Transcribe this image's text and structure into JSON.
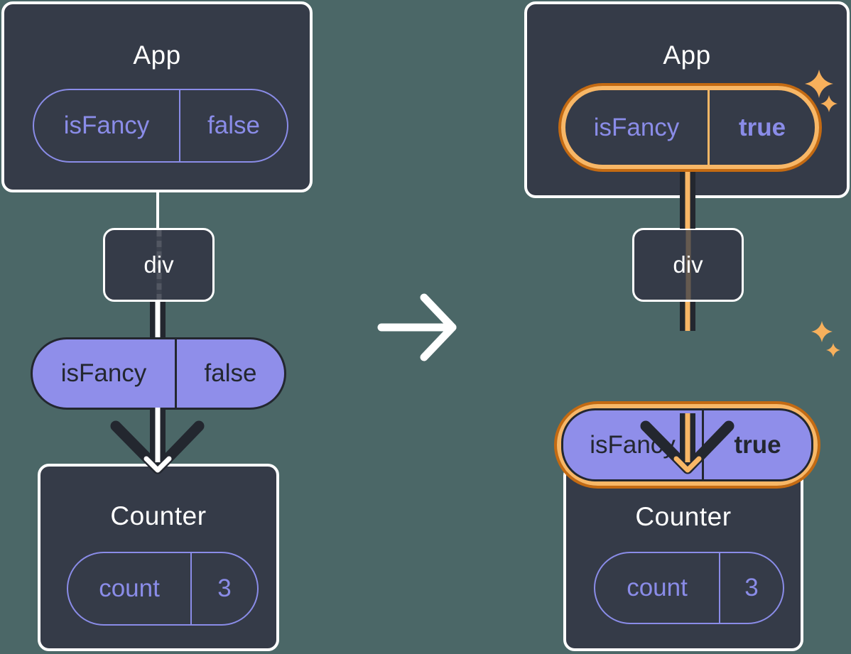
{
  "colors": {
    "background": "#4b6767",
    "card": "#353b48",
    "card_border": "#ffffff",
    "purple": "#8a8ce8",
    "lavender_fill": "#8f8eea",
    "dark_ink": "#23272f",
    "highlight_orange_dark": "#c46a12",
    "highlight_orange_light": "#f8b766",
    "arrow_white": "#ffffff"
  },
  "icons": {
    "transition_arrow": "right-arrow-icon",
    "flow_arrow": "down-arrow-icon",
    "sparkles": "sparkle-icon"
  },
  "before": {
    "app": {
      "title": "App",
      "state_name": "isFancy",
      "state_value": "false"
    },
    "div_label": "div",
    "prop_name": "isFancy",
    "prop_value": "false",
    "counter": {
      "title": "Counter",
      "state_name": "count",
      "state_value": "3"
    }
  },
  "after": {
    "app": {
      "title": "App",
      "state_name": "isFancy",
      "state_value": "true"
    },
    "div_label": "div",
    "prop_name": "isFancy",
    "prop_value": "true",
    "counter": {
      "title": "Counter",
      "state_name": "count",
      "state_value": "3"
    }
  }
}
